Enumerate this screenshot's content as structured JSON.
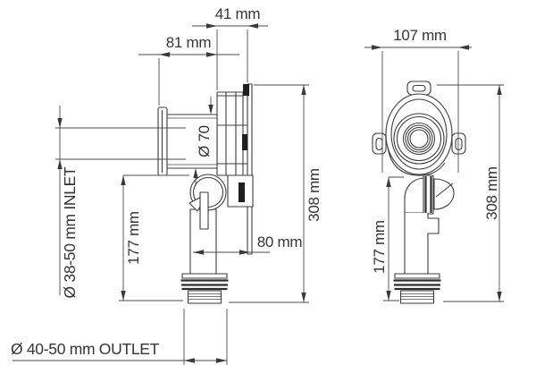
{
  "drawing": {
    "description": "Technical dimension drawing of a wall-mounted washing machine trap, side view and front view",
    "colors": {
      "background": "#ffffff",
      "line": "#3d3d3d",
      "dimension_line": "#4d4d4d",
      "text": "#353535"
    },
    "side_view": {
      "depth": "41 mm",
      "projection": "81 mm",
      "pipe_diameter": "Ø 70",
      "inlet": "Ø 38-50 mm INLET",
      "tail_height": "177 mm",
      "wall_offset": "80 mm",
      "total_height": "308 mm",
      "outlet": "Ø 40-50 mm OUTLET"
    },
    "front_view": {
      "fixing_width": "107 mm",
      "tail_height": "177 mm",
      "total_height": "308 mm"
    }
  }
}
